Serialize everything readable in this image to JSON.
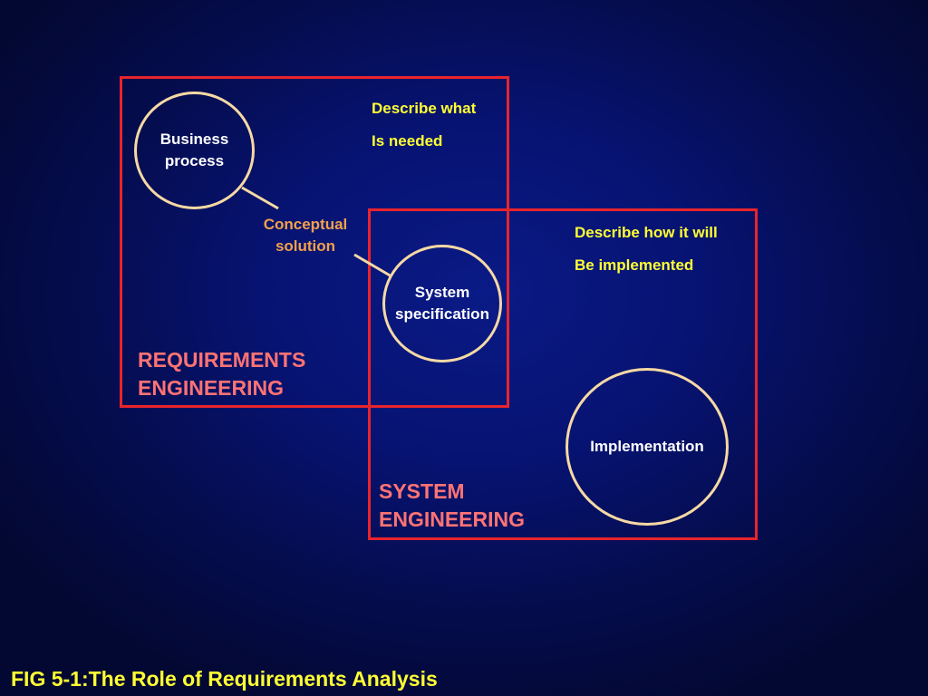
{
  "diagram": {
    "requirements_area": {
      "title_lines": [
        "REQUIREMENTS",
        "ENGINEERING"
      ],
      "note_lines": [
        "Describe what",
        "Is needed"
      ],
      "business_process_lines": [
        "Business",
        "process"
      ],
      "conceptual_solution_lines": [
        "Conceptual",
        "solution"
      ]
    },
    "system_area": {
      "title_lines": [
        "SYSTEM",
        "ENGINEERING"
      ],
      "note_lines": [
        "Describe how it will",
        "Be implemented"
      ],
      "implementation_label": "Implementation"
    },
    "shared": {
      "system_specification_lines": [
        "System",
        "specification"
      ]
    },
    "caption": "FIG 5-1:The Role of Requirements Analysis",
    "colors": {
      "box_border": "#e8242c",
      "circle_border": "#f6d9a4",
      "note_text": "#ffff33",
      "title_text": "#ff7373",
      "connector_label": "#f3a14a",
      "background": "#071372"
    }
  }
}
